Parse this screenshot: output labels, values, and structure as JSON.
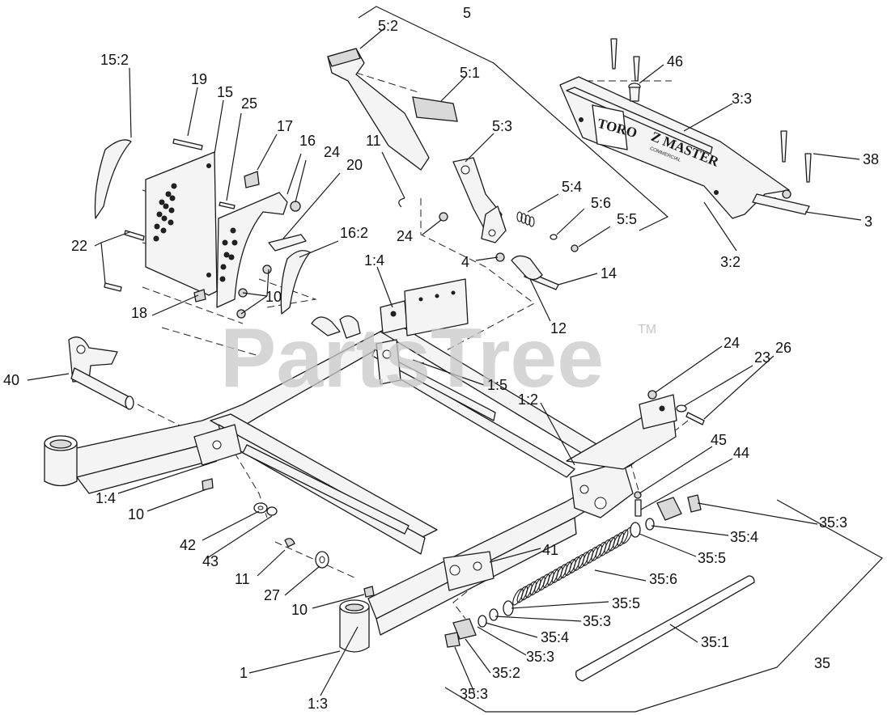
{
  "watermark": {
    "text": "PartsTree",
    "trademark": "TM"
  },
  "brand": {
    "logo": "TORO",
    "model": "Z MASTER",
    "sub": "COMMERCIAL"
  },
  "callouts": [
    {
      "id": "c-5-2",
      "text": "5:2"
    },
    {
      "id": "c-5",
      "text": "5"
    },
    {
      "id": "c-5-1",
      "text": "5:1"
    },
    {
      "id": "c-46",
      "text": "46"
    },
    {
      "id": "c-3-3",
      "text": "3:3"
    },
    {
      "id": "c-38",
      "text": "38"
    },
    {
      "id": "c-3",
      "text": "3"
    },
    {
      "id": "c-3-2",
      "text": "3:2"
    },
    {
      "id": "c-15-2",
      "text": "15:2"
    },
    {
      "id": "c-19",
      "text": "19"
    },
    {
      "id": "c-15",
      "text": "15"
    },
    {
      "id": "c-25",
      "text": "25"
    },
    {
      "id": "c-17",
      "text": "17"
    },
    {
      "id": "c-16",
      "text": "16"
    },
    {
      "id": "c-24a",
      "text": "24"
    },
    {
      "id": "c-20",
      "text": "20"
    },
    {
      "id": "c-11a",
      "text": "11"
    },
    {
      "id": "c-5-3",
      "text": "5:3"
    },
    {
      "id": "c-5-4",
      "text": "5:4"
    },
    {
      "id": "c-5-6",
      "text": "5:6"
    },
    {
      "id": "c-5-5",
      "text": "5:5"
    },
    {
      "id": "c-24b",
      "text": "24"
    },
    {
      "id": "c-22",
      "text": "22"
    },
    {
      "id": "c-16-2",
      "text": "16:2"
    },
    {
      "id": "c-1-4a",
      "text": "1:4"
    },
    {
      "id": "c-4",
      "text": "4"
    },
    {
      "id": "c-14",
      "text": "14"
    },
    {
      "id": "c-10a",
      "text": "10"
    },
    {
      "id": "c-18",
      "text": "18"
    },
    {
      "id": "c-12",
      "text": "12"
    },
    {
      "id": "c-40",
      "text": "40"
    },
    {
      "id": "c-1-5",
      "text": "1:5"
    },
    {
      "id": "c-24c",
      "text": "24"
    },
    {
      "id": "c-23",
      "text": "23"
    },
    {
      "id": "c-26",
      "text": "26"
    },
    {
      "id": "c-1-2",
      "text": "1:2"
    },
    {
      "id": "c-45",
      "text": "45"
    },
    {
      "id": "c-44",
      "text": "44"
    },
    {
      "id": "c-1-4b",
      "text": "1:4"
    },
    {
      "id": "c-10b",
      "text": "10"
    },
    {
      "id": "c-35-3a",
      "text": "35:3"
    },
    {
      "id": "c-35-4a",
      "text": "35:4"
    },
    {
      "id": "c-42",
      "text": "42"
    },
    {
      "id": "c-43",
      "text": "43"
    },
    {
      "id": "c-41",
      "text": "41"
    },
    {
      "id": "c-35-5a",
      "text": "35:5"
    },
    {
      "id": "c-11b",
      "text": "11"
    },
    {
      "id": "c-35-6",
      "text": "35:6"
    },
    {
      "id": "c-27",
      "text": "27"
    },
    {
      "id": "c-10c",
      "text": "10"
    },
    {
      "id": "c-35-5b",
      "text": "35:5"
    },
    {
      "id": "c-35-3b",
      "text": "35:3"
    },
    {
      "id": "c-35-4b",
      "text": "35:4"
    },
    {
      "id": "c-35-1",
      "text": "35:1"
    },
    {
      "id": "c-35-3c",
      "text": "35:3"
    },
    {
      "id": "c-35",
      "text": "35"
    },
    {
      "id": "c-1",
      "text": "1"
    },
    {
      "id": "c-35-2",
      "text": "35:2"
    },
    {
      "id": "c-1-3",
      "text": "1:3"
    },
    {
      "id": "c-35-3d",
      "text": "35:3"
    }
  ]
}
